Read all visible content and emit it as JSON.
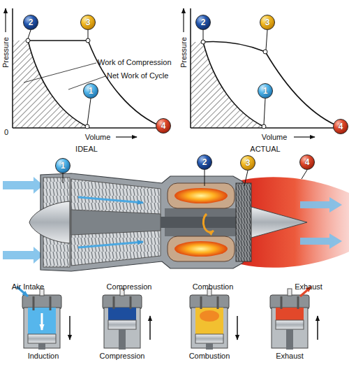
{
  "diagram": {
    "nodes": [
      {
        "text": [
          "2"
        ]
      },
      {
        "text": [
          "3"
        ]
      },
      {
        "text": [
          "1"
        ]
      },
      {
        "text": [
          "4"
        ]
      },
      {
        "text": [
          "2"
        ]
      },
      {
        "text": [
          "3"
        ]
      },
      {
        "text": [
          "1"
        ]
      },
      {
        "text": [
          "4"
        ]
      },
      {
        "text": [
          "1"
        ]
      },
      {
        "text": [
          "2"
        ]
      },
      {
        "text": [
          "3"
        ]
      },
      {
        "text": [
          "4"
        ]
      }
    ],
    "labels": [
      "Pressure",
      "Work of Compression",
      "Net Work of Cycle",
      "0",
      "Volume",
      "IDEAL",
      "Pressure",
      "Volume",
      "ACTUAL",
      "Air Intake",
      "Compression",
      "Combustion",
      "Exhaust",
      "Induction",
      "Compression",
      "Combustion",
      "Exhaust"
    ]
  }
}
